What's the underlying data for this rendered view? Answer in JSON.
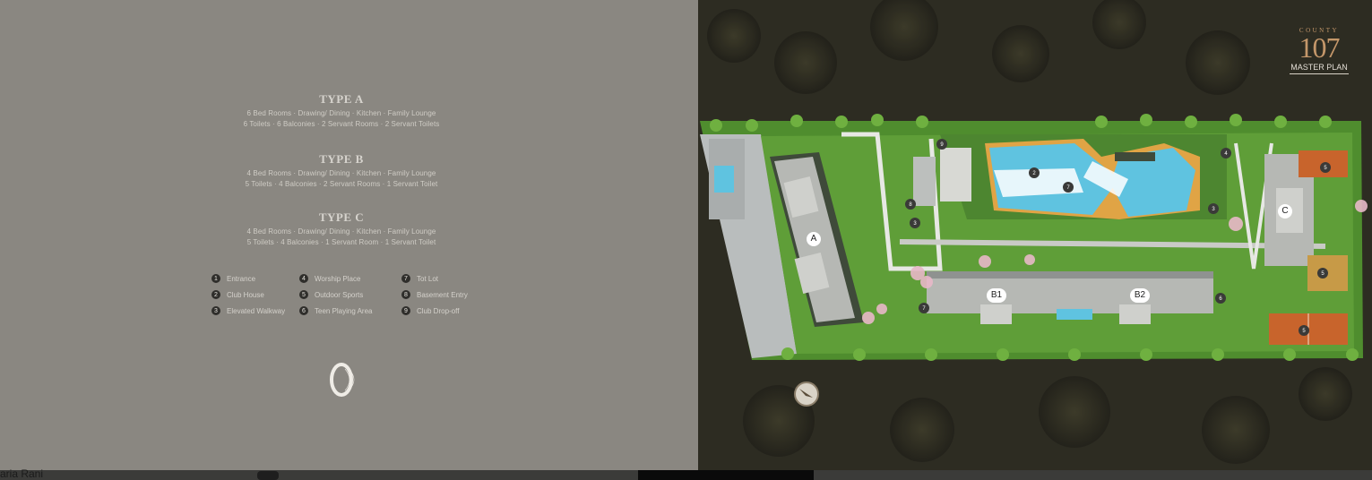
{
  "types": [
    {
      "title": "TYPE A",
      "lines": [
        "6 Bed Rooms · Drawing/ Dining · Kitchen · Family Lounge",
        "6 Toilets · 6 Balconies · 2 Servant Rooms · 2 Servant Toilets"
      ]
    },
    {
      "title": "TYPE B",
      "lines": [
        "4 Bed Rooms · Drawing/ Dining · Kitchen · Family Lounge",
        "5 Toilets · 4 Balconies · 2 Servant Rooms · 1 Servant Toilet"
      ]
    },
    {
      "title": "TYPE C",
      "lines": [
        "4 Bed Rooms · Drawing/ Dining · Kitchen · Family Lounge",
        "5 Toilets · 4 Balconies · 1 Servant Room · 1 Servant Toilet"
      ]
    }
  ],
  "legend": [
    {
      "num": "1",
      "label": "Entrance"
    },
    {
      "num": "2",
      "label": "Club House"
    },
    {
      "num": "3",
      "label": "Elevated Walkway"
    },
    {
      "num": "4",
      "label": "Worship Place"
    },
    {
      "num": "5",
      "label": "Outdoor Sports"
    },
    {
      "num": "6",
      "label": "Teen Playing Area"
    },
    {
      "num": "7",
      "label": "Tot Lot"
    },
    {
      "num": "8",
      "label": "Basement Entry"
    },
    {
      "num": "9",
      "label": "Club Drop-off"
    }
  ],
  "brand": {
    "small": "COUNTY",
    "number": "107",
    "subtitle": "MASTER PLAN"
  },
  "map_labels": {
    "tower_a": "A",
    "tower_b1": "B1",
    "tower_b2": "B2",
    "tower_c": "C"
  },
  "bottom_strip": {
    "text": "aria Rani"
  },
  "colors": {
    "left_bg": "#8a8781",
    "map_bg": "#2c2b20",
    "lawn": "#5a9a35",
    "pool": "#5fc3e0",
    "deck": "#e0a445",
    "court": "#c8642c",
    "roof": "#b6b8b4",
    "brand_copper": "#c4976a"
  }
}
